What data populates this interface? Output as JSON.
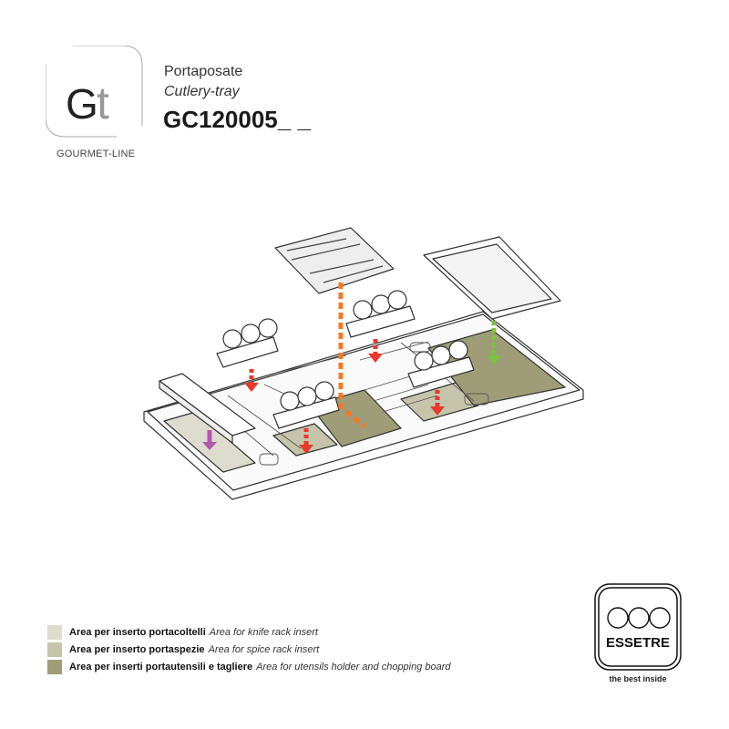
{
  "brand": {
    "logo_letters": "Gt",
    "line_name": "GOURMET-LINE"
  },
  "product": {
    "name_it": "Portaposate",
    "name_en": "Cutlery-tray",
    "code": "GC120005_ _"
  },
  "colors": {
    "knife_area": "#dddccf",
    "spice_area": "#c6c5ac",
    "utensil_area": "#9e9d78",
    "arrow_red": "#e53a2c",
    "arrow_orange": "#f07a2a",
    "arrow_green": "#7dc242",
    "arrow_purple": "#b05aa8"
  },
  "legend": [
    {
      "it": "Area per inserto portacoltelli",
      "en": "Area for knife rack insert",
      "color": "#dddccf"
    },
    {
      "it": "Area per inserto portaspezie",
      "en": "Area for spice rack insert",
      "color": "#c6c5ac"
    },
    {
      "it": "Area per inserti portautensili e tagliere",
      "en": "Area for utensils holder and chopping board",
      "color": "#9e9d78"
    }
  ],
  "manufacturer": {
    "name": "ESSETRE",
    "tagline": "the best inside"
  }
}
